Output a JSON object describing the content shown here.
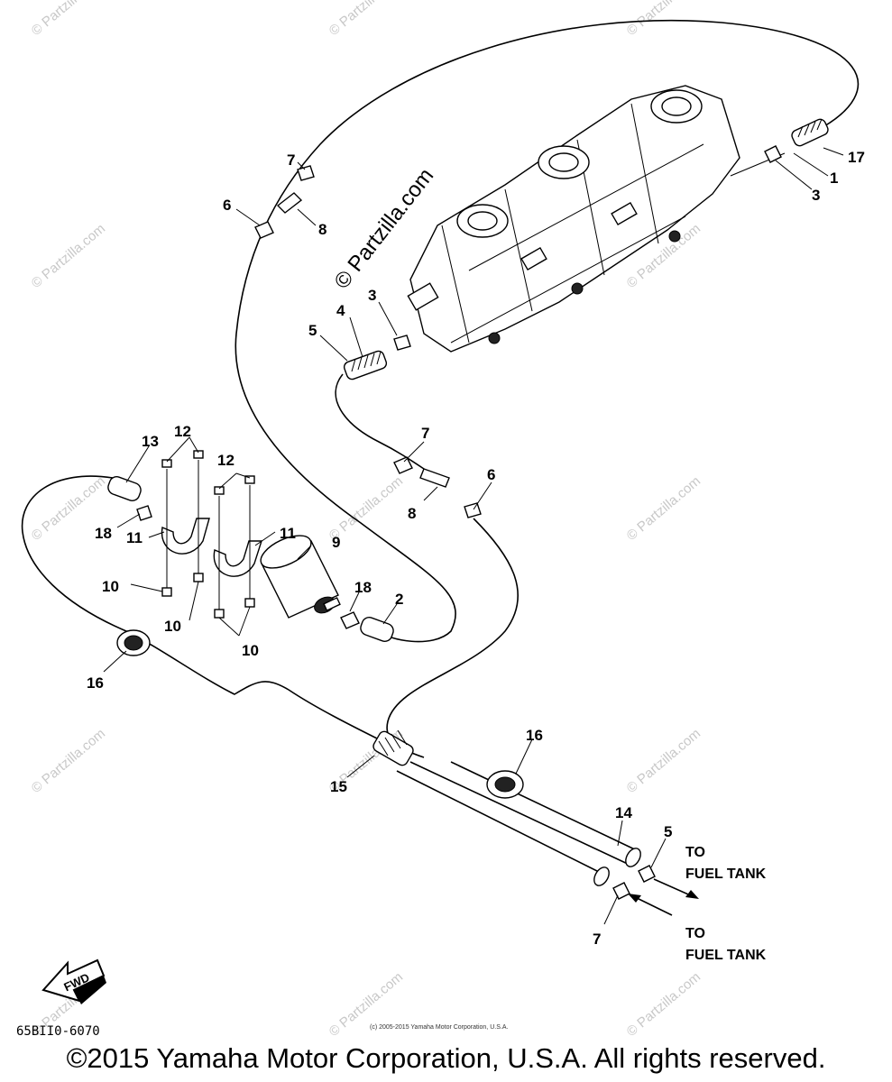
{
  "callouts": [
    {
      "id": "17",
      "label": "17"
    },
    {
      "id": "1",
      "label": "1"
    },
    {
      "id": "3a",
      "label": "3"
    },
    {
      "id": "7a",
      "label": "7"
    },
    {
      "id": "6a",
      "label": "6"
    },
    {
      "id": "8a",
      "label": "8"
    },
    {
      "id": "3b",
      "label": "3"
    },
    {
      "id": "4",
      "label": "4"
    },
    {
      "id": "5a",
      "label": "5"
    },
    {
      "id": "7b",
      "label": "7"
    },
    {
      "id": "6b",
      "label": "6"
    },
    {
      "id": "8b",
      "label": "8"
    },
    {
      "id": "13",
      "label": "13"
    },
    {
      "id": "12a",
      "label": "12"
    },
    {
      "id": "12b",
      "label": "12"
    },
    {
      "id": "18a",
      "label": "18"
    },
    {
      "id": "11a",
      "label": "11"
    },
    {
      "id": "11b",
      "label": "11"
    },
    {
      "id": "9",
      "label": "9"
    },
    {
      "id": "10a",
      "label": "10"
    },
    {
      "id": "10b",
      "label": "10"
    },
    {
      "id": "10c",
      "label": "10"
    },
    {
      "id": "18b",
      "label": "18"
    },
    {
      "id": "2",
      "label": "2"
    },
    {
      "id": "16a",
      "label": "16"
    },
    {
      "id": "16b",
      "label": "16"
    },
    {
      "id": "15",
      "label": "15"
    },
    {
      "id": "14",
      "label": "14"
    },
    {
      "id": "5b",
      "label": "5"
    },
    {
      "id": "7c",
      "label": "7"
    }
  ],
  "destinations": {
    "upper_line1": "TO",
    "upper_line2": "FUEL TANK",
    "lower_line1": "TO",
    "lower_line2": "FUEL TANK"
  },
  "fwd_label": "FWD",
  "diagram_code": "65BII0-6070",
  "watermark_text": "© Partzilla.com",
  "watermark_main": "© Partzilla.com",
  "fine_print": "(c) 2005-2015 Yamaha Motor Corporation, U.S.A.",
  "copyright": "©2015 Yamaha Motor Corporation, U.S.A. All rights reserved."
}
